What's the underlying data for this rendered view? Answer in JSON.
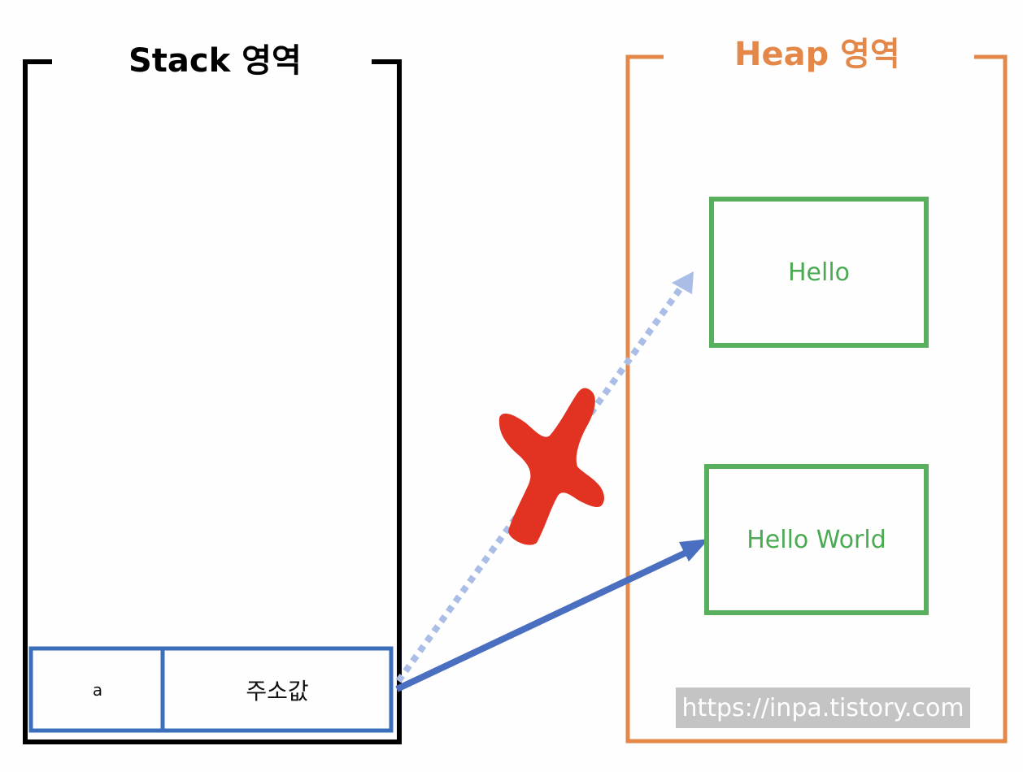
{
  "stack": {
    "title": "Stack 영역",
    "variable": {
      "name": "a",
      "value": "주소값"
    }
  },
  "heap": {
    "title": "Heap 영역",
    "objects": [
      "Hello",
      "Hello World"
    ]
  },
  "colors": {
    "stack_border": "#000000",
    "heap_border": "#e4884a",
    "object_border": "#58b05d",
    "variable_border": "#3c6fbb",
    "active_arrow": "#4a6fc0",
    "old_arrow": "#a9bde6",
    "cross": "#e23222"
  },
  "watermark": "https://inpa.tistory.com"
}
